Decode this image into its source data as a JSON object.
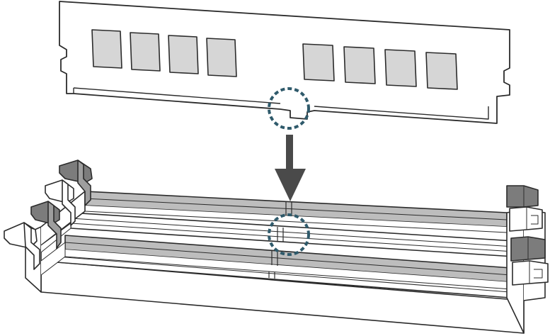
{
  "colors": {
    "outline": "#2b2b2b",
    "chip_fill": "#d6d6d6",
    "slot_gray": "#bdbdbd",
    "slot_gray_dark": "#9e9e9e",
    "latch_dark": "#7c7c7c",
    "latch_light": "#ffffff",
    "arrow": "#4a4a4a",
    "highlight_ring": "#2f5a6b",
    "background": "#ffffff"
  },
  "module": {
    "chip_count_left": 4,
    "chip_count_right": 4
  },
  "slots": {
    "count": 4,
    "order_from_top": [
      "gray",
      "white",
      "gray",
      "white"
    ]
  },
  "icons": {
    "arrow": "down-arrow-icon",
    "highlight": "dashed-circle-icon"
  }
}
